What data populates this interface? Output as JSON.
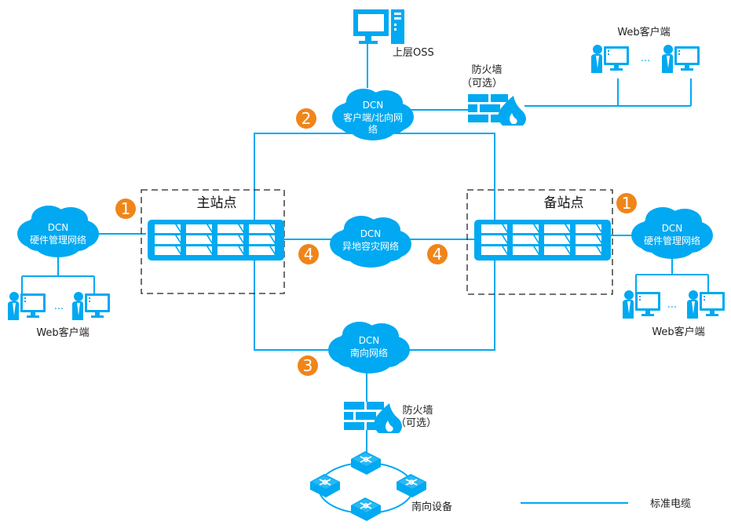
{
  "colors": {
    "primary": "#00a9f1",
    "badge": "#f08519",
    "dashed_border": "#222222",
    "text": "#222222"
  },
  "oss": {
    "label": "上层OSS"
  },
  "firewall_top": {
    "line1": "防火墙",
    "line2": "（可选）"
  },
  "firewall_bottom": {
    "line1": "防火墙",
    "line2": "（可选）"
  },
  "web_clients_top": {
    "label": "Web客户端",
    "ellipsis": "···"
  },
  "web_clients_left": {
    "label": "Web客户端",
    "ellipsis": "···"
  },
  "web_clients_right": {
    "label": "Web客户端",
    "ellipsis": "···"
  },
  "clouds": {
    "north": {
      "line1": "DCN",
      "line2": "客户端/北向网",
      "line3": "络"
    },
    "left_mgmt": {
      "line1": "DCN",
      "line2": "硬件管理网络"
    },
    "right_mgmt": {
      "line1": "DCN",
      "line2": "硬件管理网络"
    },
    "dr": {
      "line1": "DCN",
      "line2": "异地容灾网络"
    },
    "south": {
      "line1": "DCN",
      "line2": "南向网络"
    }
  },
  "sites": {
    "primary": {
      "label": "主站点"
    },
    "backup": {
      "label": "备站点"
    }
  },
  "badges": {
    "north": "2",
    "left_mgmt": "1",
    "right_mgmt": "1",
    "dr_left": "4",
    "dr_right": "4",
    "south": "3"
  },
  "south_devices": {
    "label": "南向设备"
  },
  "legend": {
    "cable_label": "标准电缆"
  }
}
